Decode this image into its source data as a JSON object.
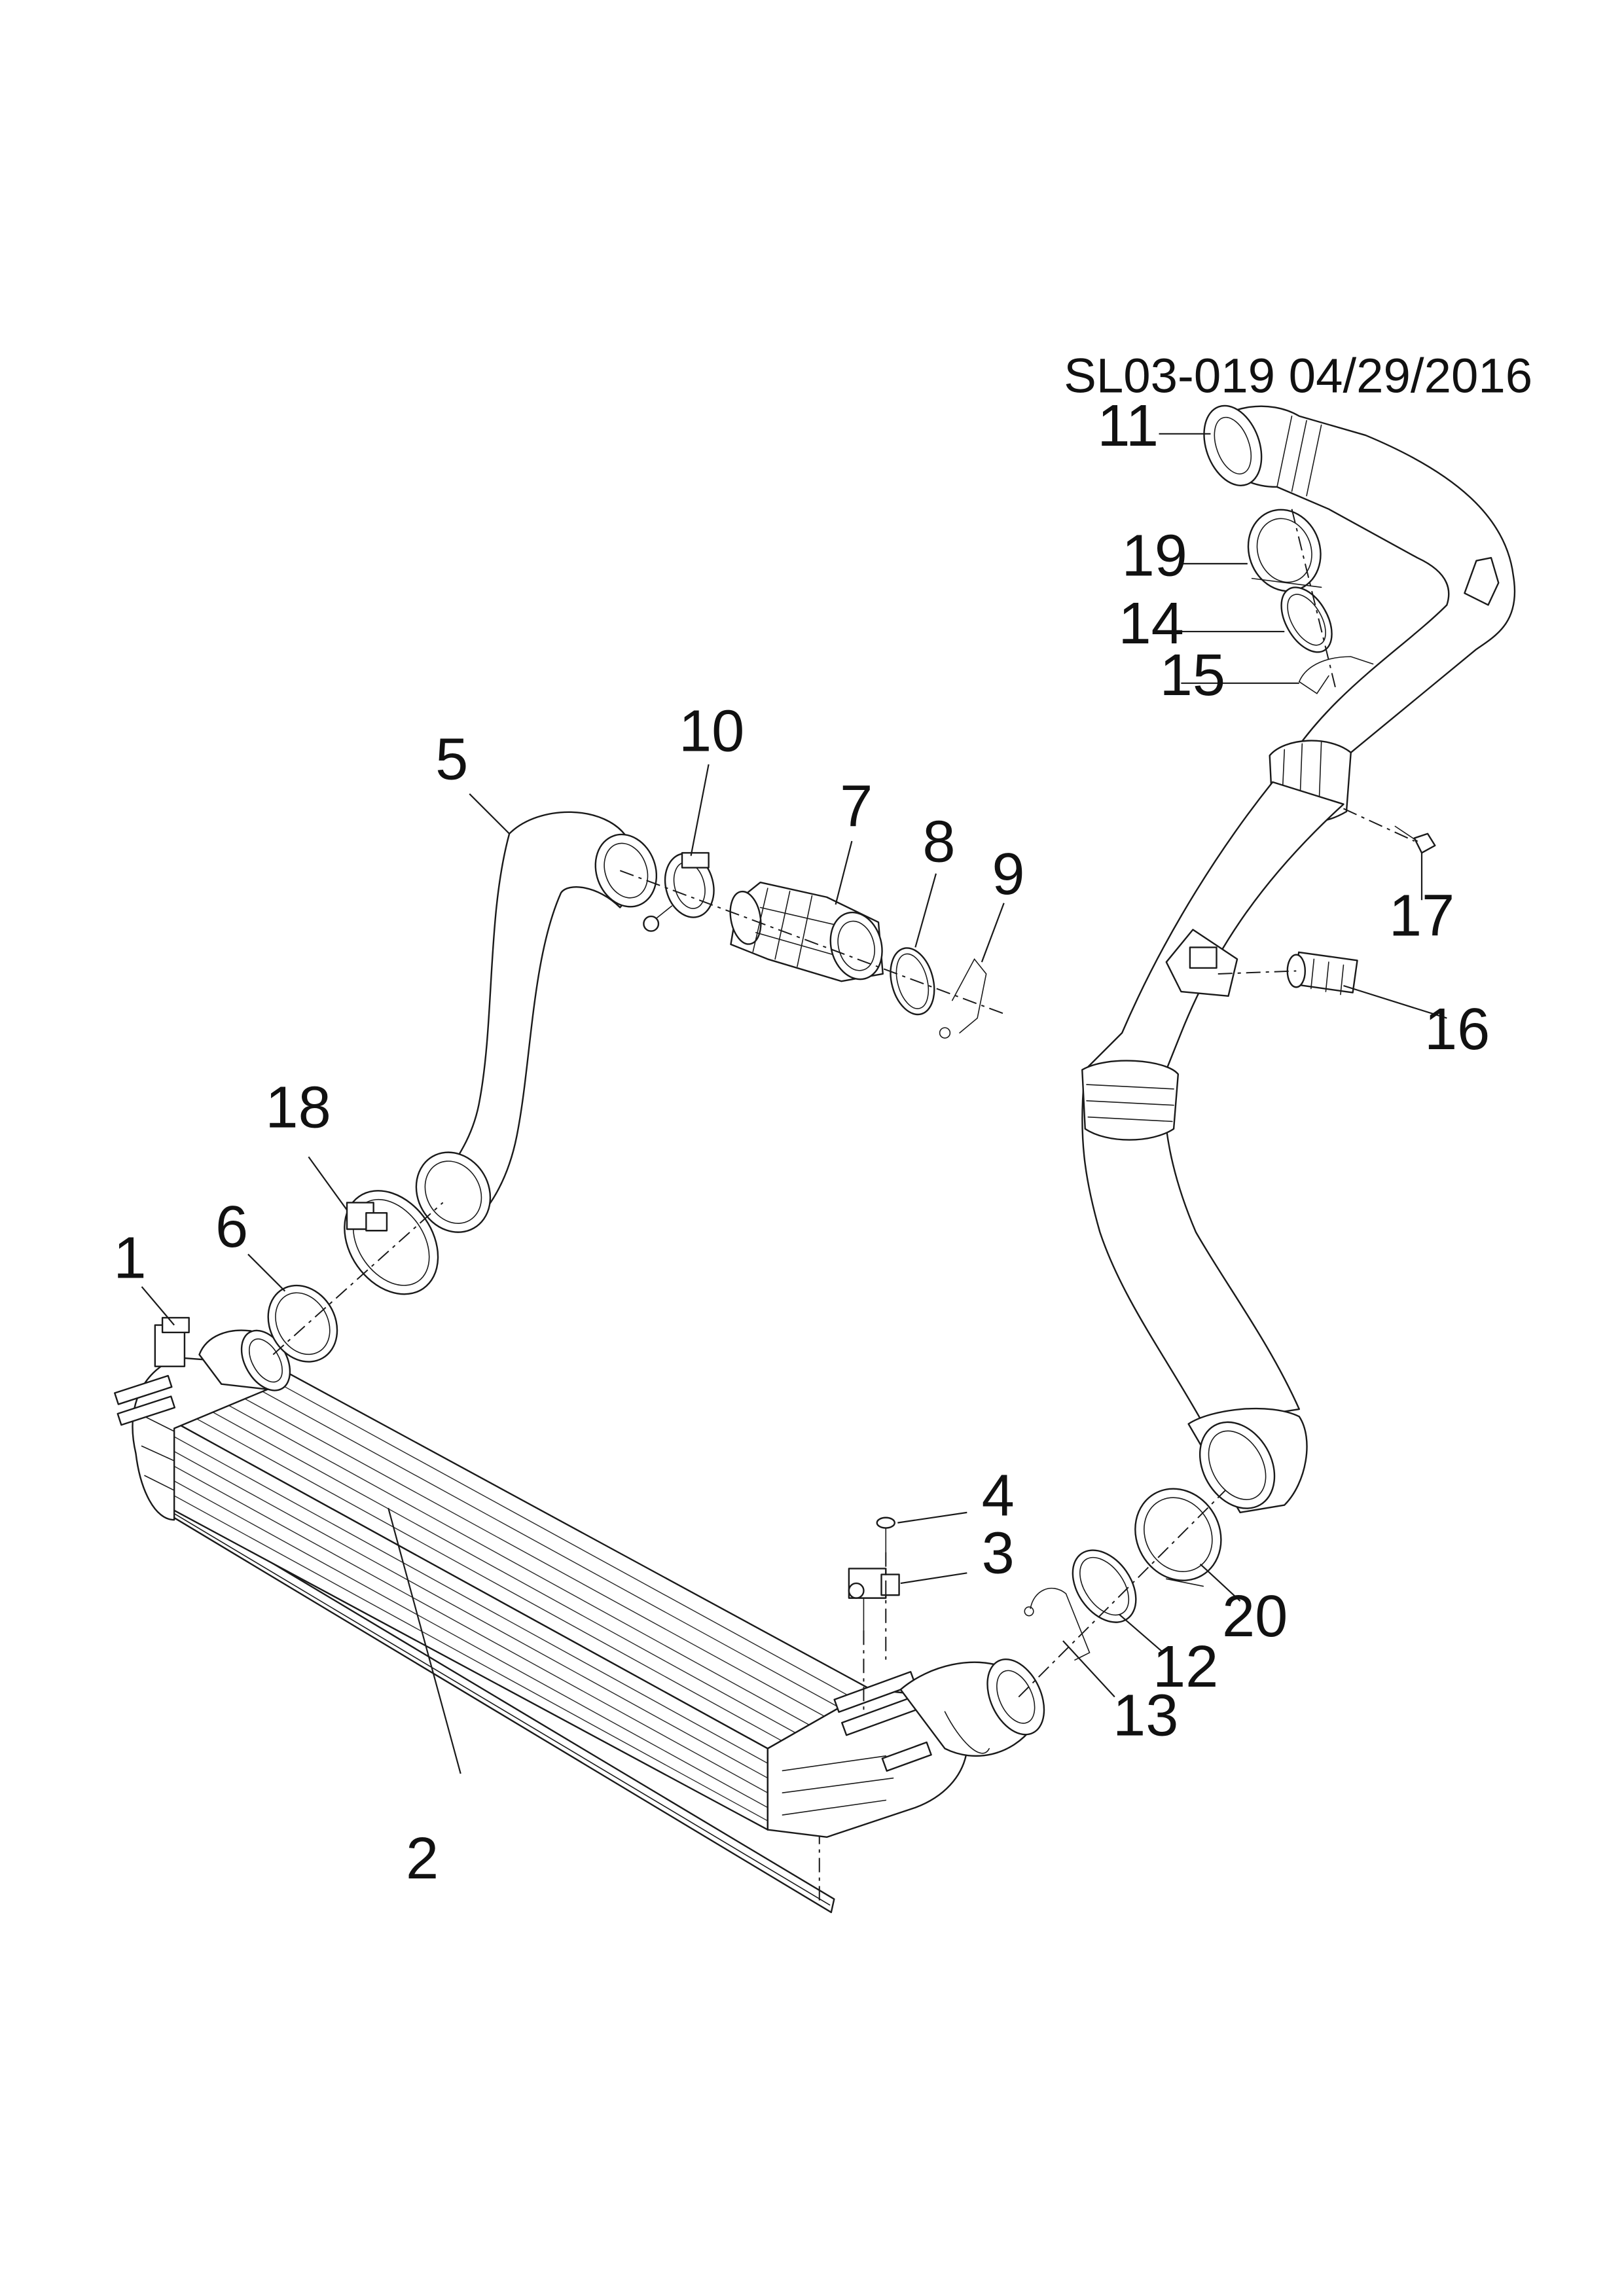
{
  "drawing_ref": "SL03-019 04/29/2016",
  "callouts": {
    "c1": "1",
    "c2": "2",
    "c3": "3",
    "c4": "4",
    "c5": "5",
    "c6": "6",
    "c7": "7",
    "c8": "8",
    "c9": "9",
    "c10": "10",
    "c11": "11",
    "c12": "12",
    "c13": "13",
    "c14": "14",
    "c15": "15",
    "c16": "16",
    "c17": "17",
    "c18": "18",
    "c19": "19",
    "c20": "20"
  }
}
